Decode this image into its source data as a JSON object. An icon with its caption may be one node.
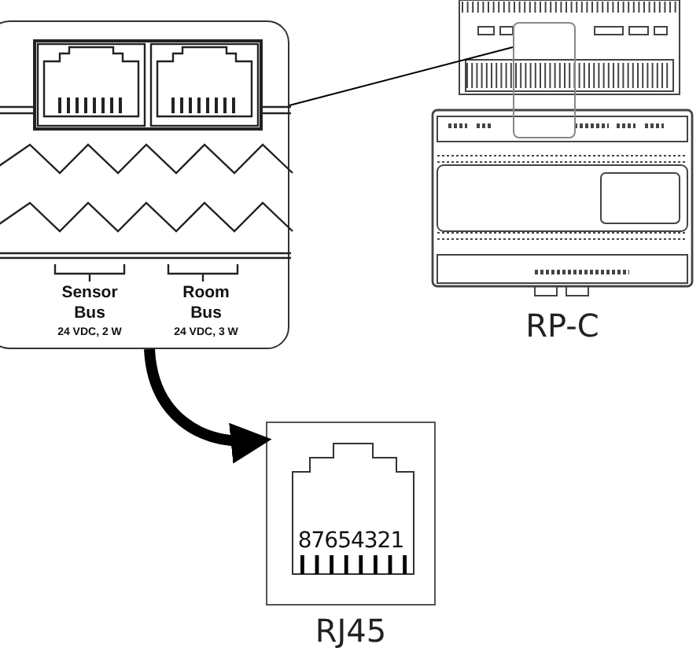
{
  "diagram": {
    "nodes": [
      {
        "text": [],
        "shape": "box"
      },
      {
        "text": [
          "Sensor Bus",
          "24 VDC, 2 W"
        ],
        "in": 0
      },
      {
        "text": [
          "Room Bus",
          "24 VDC, 3 W"
        ],
        "in": 0
      },
      {
        "text": [],
        "shape": "picture",
        "beside": [
          "RP-C"
        ]
      },
      {
        "text": [],
        "shape": "box"
      },
      {
        "text": [
          "87654321"
        ],
        "beside": [
          "RJ45"
        ]
      }
    ],
    "edges": [
      {
        "from": 0,
        "to": 4,
        "arrow": "none"
      },
      {
        "from": 0,
        "to": 5,
        "arrow": "to",
        "style": "thick"
      }
    ]
  }
}
